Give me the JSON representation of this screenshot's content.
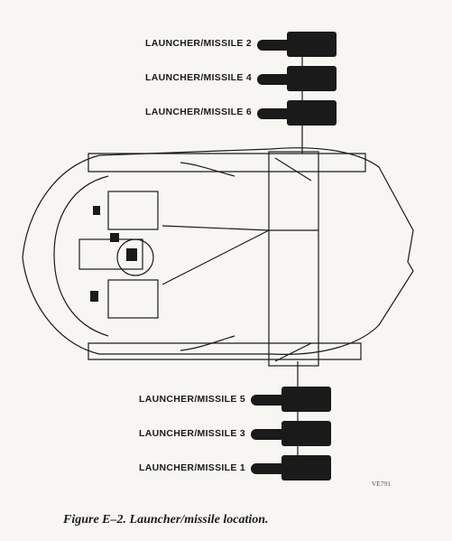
{
  "labels": {
    "m2": "LAUNCHER/MISSILE 2",
    "m4": "LAUNCHER/MISSILE 4",
    "m6": "LAUNCHER/MISSILE 6",
    "m5": "LAUNCHER/MISSILE 5",
    "m3": "LAUNCHER/MISSILE 3",
    "m1": "LAUNCHER/MISSILE 1"
  },
  "reference": "VE791",
  "caption": "Figure E–2. Launcher/missile location."
}
